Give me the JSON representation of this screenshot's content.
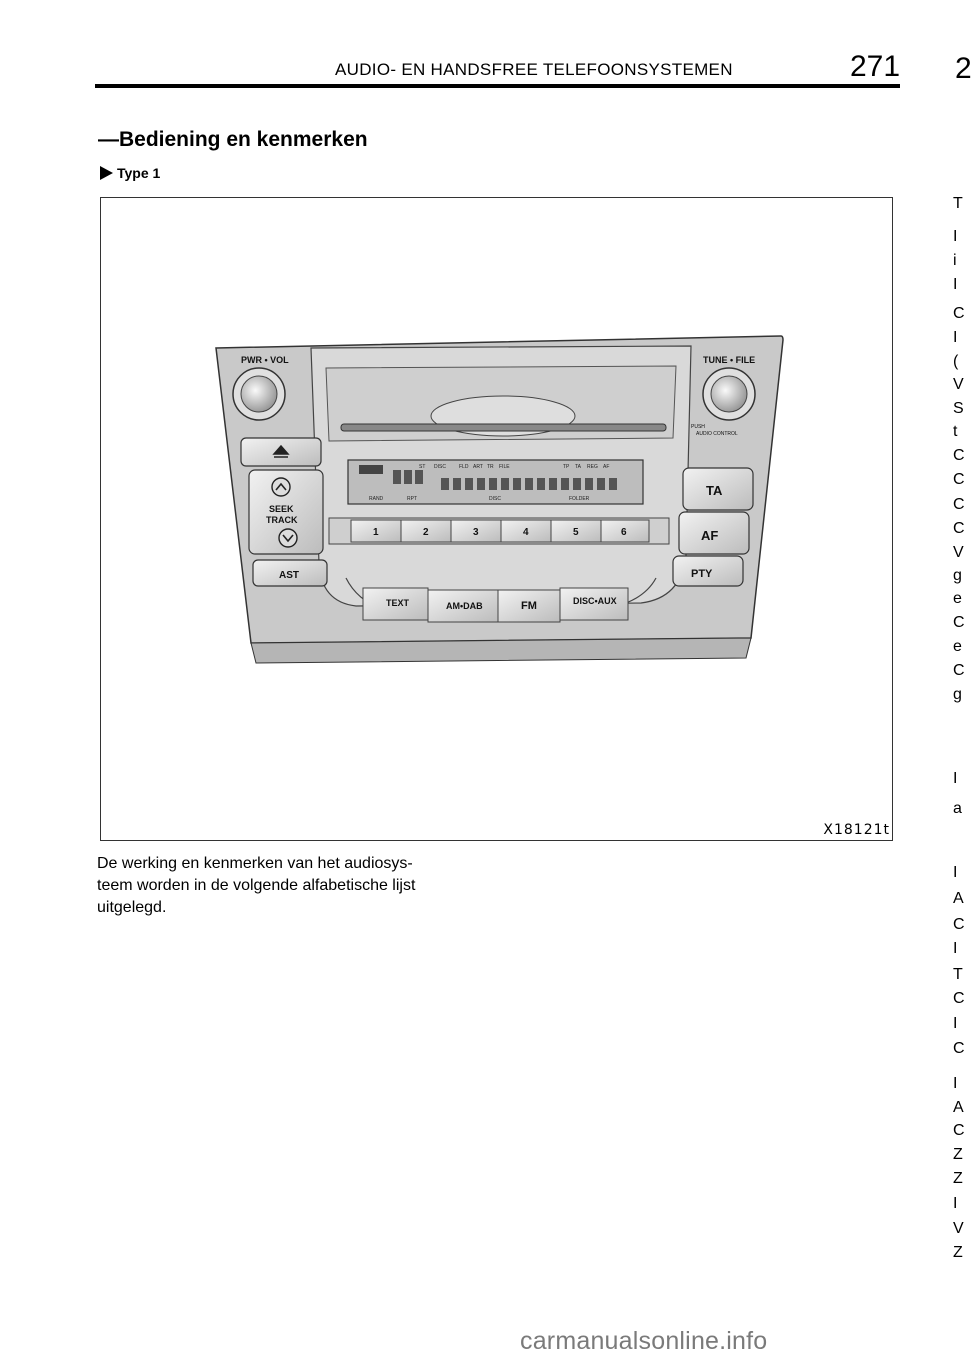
{
  "header": {
    "title": "AUDIO- EN HANDSFREE TELEFOONSYSTEMEN",
    "page_number": "271",
    "edge_glyph": "2"
  },
  "section": {
    "heading": "—Bediening en kenmerken",
    "type_label": "Type 1"
  },
  "figure": {
    "code": "X18121t",
    "labels": {
      "pwr_vol": "PWR • VOL",
      "tune_file": "TUNE • FILE",
      "push": "PUSH",
      "audio_control": "AUDIO CONTROL",
      "seek": "SEEK",
      "track": "TRACK",
      "ast": "AST",
      "ta": "TA",
      "af": "AF",
      "pty": "PTY",
      "text": "TEXT",
      "am_dab": "AM•DAB",
      "fm": "FM",
      "disc_aux": "DISC•AUX",
      "presets": [
        "1",
        "2",
        "3",
        "4",
        "5",
        "6"
      ],
      "display_top": [
        "ST",
        "DISC",
        "FLD",
        "ART",
        "TR",
        "FILE",
        "TP",
        "TA",
        "REG",
        "AF"
      ],
      "display_bottom": [
        "RAND",
        "RPT",
        "DISC",
        "FOLDER"
      ]
    }
  },
  "body": {
    "lines": [
      "De werking en kenmerken van het audiosys-",
      "teem worden in de volgende alfabetische lijst",
      "uitgelegd."
    ]
  },
  "right_column_glyphs": [
    "T",
    "I",
    "i",
    "I",
    "C",
    "I",
    "(",
    "V",
    "S",
    "t",
    "C",
    "C",
    "C",
    "C",
    "V",
    "g",
    "e",
    "C",
    "e",
    "C",
    "g",
    "I",
    "a",
    "I",
    "A",
    "C",
    "I",
    "T",
    "C",
    "I",
    "C",
    "I",
    "A",
    "C",
    "Z",
    "Z",
    "I",
    "V",
    "Z"
  ],
  "footer": {
    "watermark": "carmanualsonline.info"
  }
}
